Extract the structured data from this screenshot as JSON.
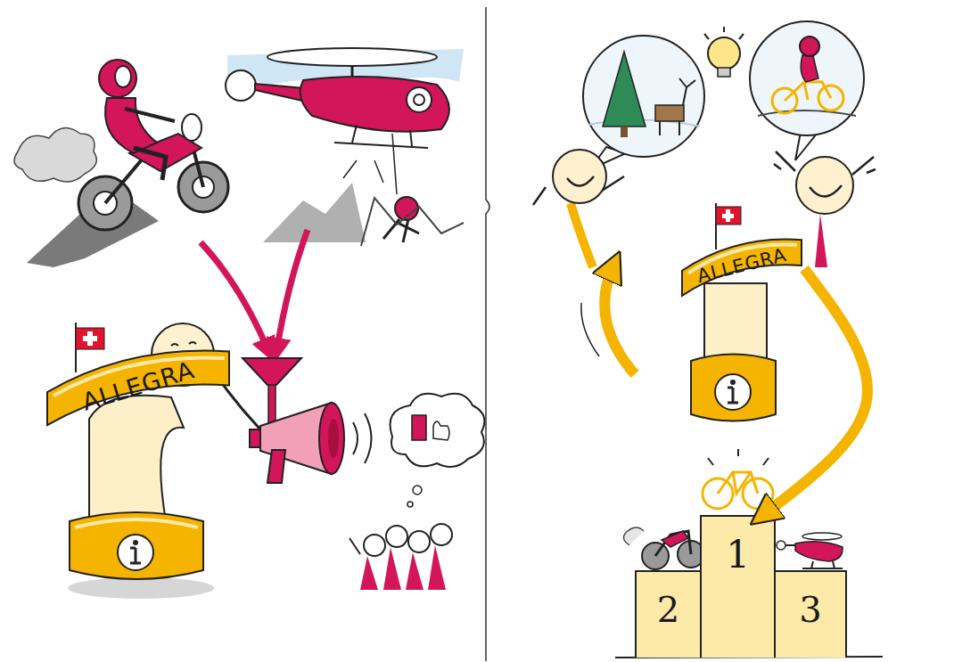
{
  "diagram": {
    "nodes": [
      {
        "text": [
          "ALLEGRA"
        ]
      },
      {
        "text": [
          "ALLEGRA"
        ]
      },
      {
        "text": [
          "1"
        ]
      },
      {
        "text": [
          "2"
        ]
      },
      {
        "text": [
          "3"
        ]
      }
    ],
    "edges": [
      {
        "from": 1,
        "to": 2,
        "arrow": "to"
      }
    ]
  }
}
